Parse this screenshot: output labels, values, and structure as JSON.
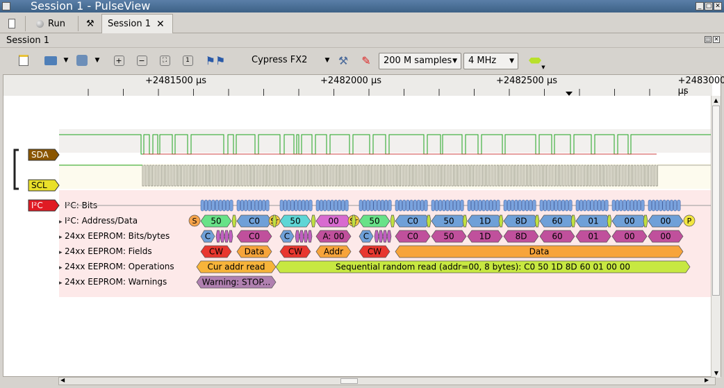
{
  "window": {
    "title": "Session 1 - PulseView"
  },
  "tabs": {
    "run_label": "Run",
    "session_tab_label": "Session 1"
  },
  "session": {
    "label": "Session 1"
  },
  "toolbar": {
    "device": "Cypress FX2",
    "samples": "200 M samples",
    "samplerate": "4 MHz"
  },
  "ruler": {
    "ticks": [
      {
        "label": "+2481500 µs"
      },
      {
        "label": "+2482000 µs"
      },
      {
        "label": "+2482500 µs"
      },
      {
        "label": "+2483000 µs"
      }
    ]
  },
  "channels": {
    "sda": "SDA",
    "scl": "SCL",
    "i2c": "I²C"
  },
  "rows": {
    "bits": "I²C: Bits",
    "addrdata": "I²C: Address/Data",
    "eebits": "24xx EEPROM: Bits/bytes",
    "fields": "24xx EEPROM: Fields",
    "ops": "24xx EEPROM: Operations",
    "warnings": "24xx EEPROM: Warnings"
  },
  "annotations": {
    "addrdata": [
      "S",
      "50",
      "C0",
      "Sr",
      "50",
      "00",
      "Sr",
      "50",
      "C0",
      "50",
      "1D",
      "8D",
      "60",
      "01",
      "00",
      "00",
      "P"
    ],
    "eebits": [
      "C",
      "C0",
      "C",
      "A: 00",
      "C",
      "C0",
      "50",
      "1D",
      "8D",
      "60",
      "01",
      "00",
      "00"
    ],
    "fields": [
      "CW",
      "Data",
      "CW",
      "Addr",
      "CW",
      "Data"
    ],
    "ops": [
      "Cur addr read",
      "Sequential random read (addr=00, 8 bytes): C0 50 1D 8D 60 01 00 00"
    ],
    "warnings": [
      "Warning: STOP..."
    ]
  },
  "colors": {
    "sda": "#8a5500",
    "scl": "#e9e02a",
    "i2c": "#e01b24",
    "addr_green": "#68e288",
    "data_blue": "#6fa0d8",
    "start_orange": "#f5a34a",
    "cw_red": "#e8372f",
    "field_orange": "#f7a43a",
    "ops_yellowgreen": "#c7e841",
    "warn_purple": "#b080b0"
  }
}
